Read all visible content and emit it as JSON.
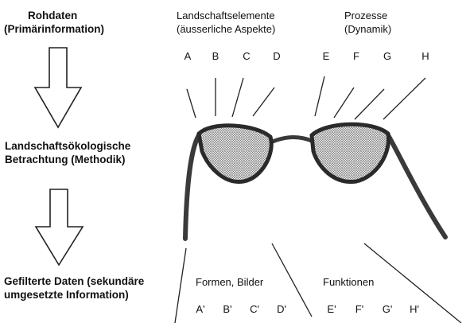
{
  "left_column": {
    "raw_line1": "Rohdaten",
    "raw_line2": "(Primärinformation)",
    "method_line1": "Landschaftsökologische",
    "method_line2": "Betrachtung (Methodik)",
    "filtered_line1": "Gefilterte Daten (sekundäre",
    "filtered_line2": "umgesetzte Information)"
  },
  "top": {
    "elements_line1": "Landschaftselemente",
    "elements_line2": "(äusserliche Aspekte)",
    "processes_line1": "Prozesse",
    "processes_line2": "(Dynamik)",
    "inputs": [
      "A",
      "B",
      "C",
      "D",
      "E",
      "F",
      "G",
      "H"
    ]
  },
  "bottom": {
    "forms_label": "Formen, Bilder",
    "functions_label": "Funktionen",
    "outputs": [
      "A'",
      "B'",
      "C'",
      "D'",
      "E'",
      "F'",
      "G'",
      "H'"
    ]
  },
  "icons": [
    "arrow-down-icon",
    "glasses-icon"
  ],
  "colors": {
    "ink": "#111111",
    "frame": "#3a3a3a",
    "lens": "#9a9a9a"
  }
}
